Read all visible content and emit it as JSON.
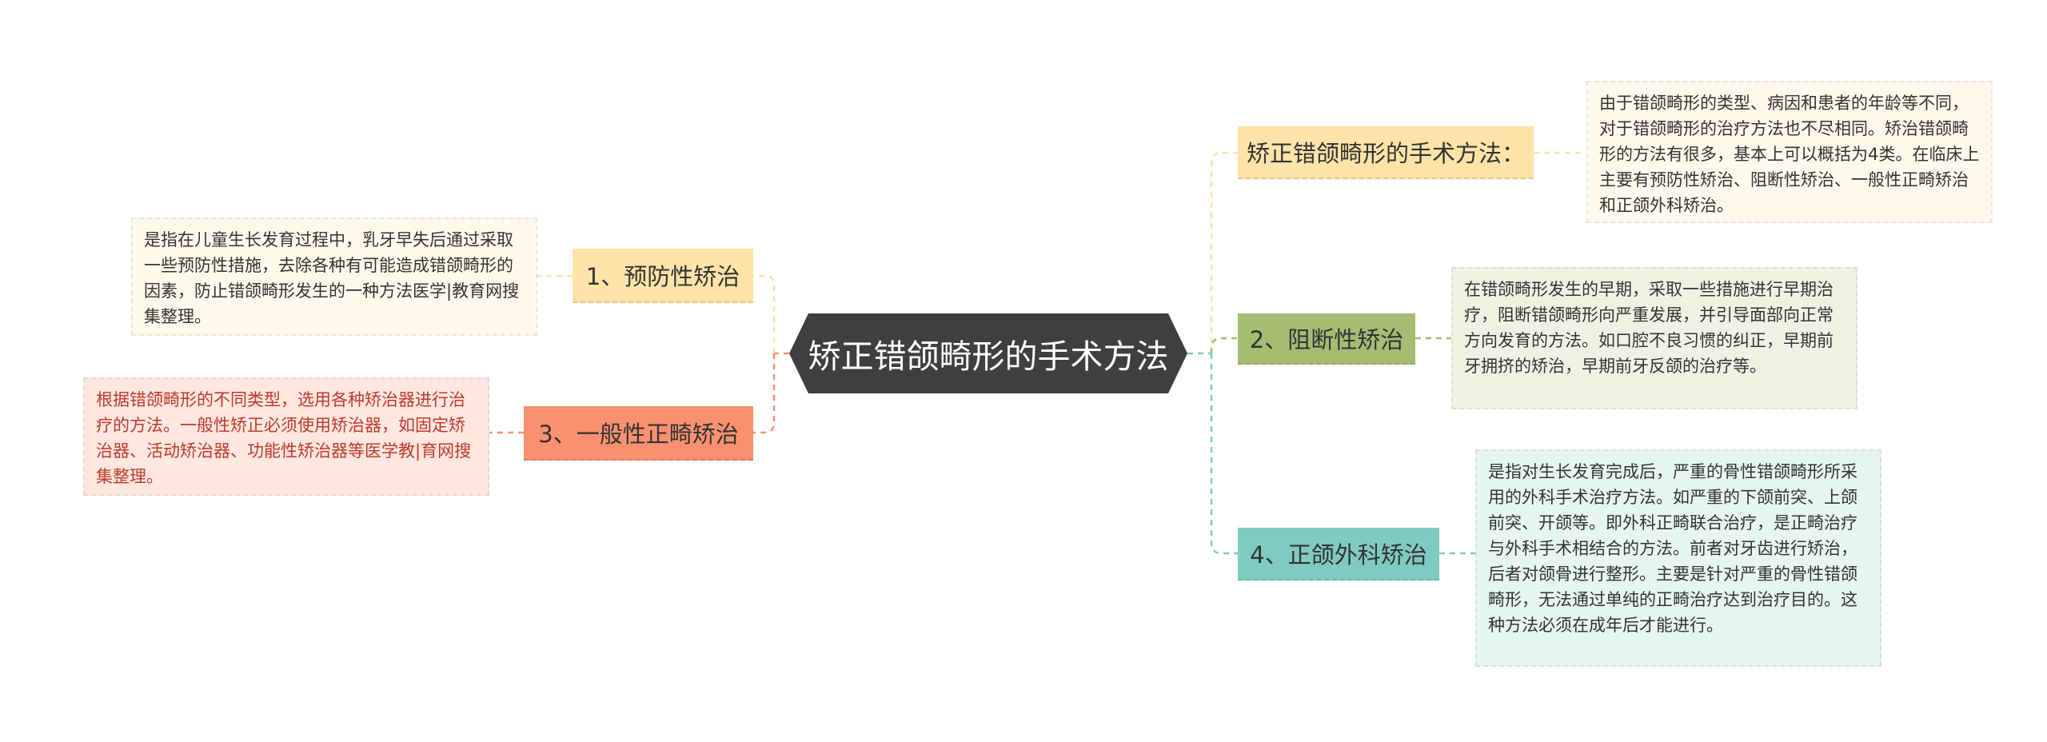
{
  "center": {
    "label": "矫正错颌畸形的手术方法"
  },
  "branches": [
    {
      "label": "矫正错颌畸形的手术方法：",
      "note": "由于错颌畸形的类型、病因和患者的年龄等不同，对于错颌畸形的治疗方法也不尽相同。矫治错颌畸形的方法有很多，基本上可以概括为4类。在临床上主要有预防性矫治、阻断性矫治、一般性正畸矫治和正颌外科矫治。"
    },
    {
      "label": "2、阻断性矫治",
      "note": "在错颌畸形发生的早期，采取一些措施进行早期治疗，阻断错颌畸形向严重发展，并引导面部向正常方向发育的方法。如口腔不良习惯的纠正，早期前牙拥挤的矫治，早期前牙反颌的治疗等。"
    },
    {
      "label": "4、正颌外科矫治",
      "note": "是指对生长发育完成后，严重的骨性错颌畸形所采用的外科手术治疗方法。如严重的下颌前突、上颌前突、开颌等。即外科正畸联合治疗，是正畸治疗与外科手术相结合的方法。前者对牙齿进行矫治，后者对颌骨进行整形。主要是针对严重的骨性错颌畸形，无法通过单纯的正畸治疗达到治疗目的。这种方法必须在成年后才能进行。"
    },
    {
      "label": "1、预防性矫治",
      "note": "是指在儿童生长发育过程中，乳牙早失后通过采取一些预防性措施，去除各种有可能造成错颌畸形的因素，防止错颌畸形发生的一种方法医学|教育网搜集整理。"
    },
    {
      "label": "3、一般性正畸矫治",
      "note": "根据错颌畸形的不同类型，选用各种矫治器进行治疗的方法。一般性矫正必须使用矫治器，如固定矫治器、活动矫治器、功能性矫治器等医学教|育网搜集整理。"
    }
  ],
  "colors": {
    "yellow": "#fde3a7",
    "green": "#a5bc73",
    "teal": "#7fcbbf",
    "orange": "#fb9070",
    "center": "#3f3f3f"
  }
}
